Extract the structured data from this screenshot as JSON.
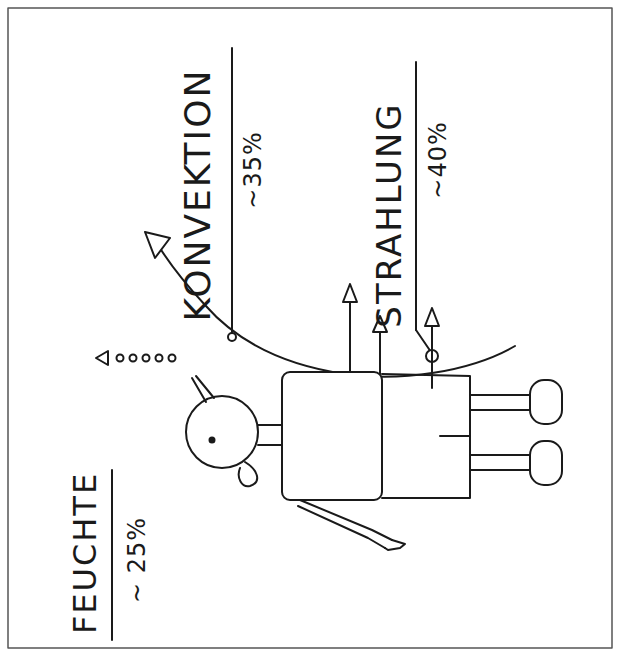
{
  "diagram": {
    "labels": [
      "FEUCHTE",
      "~ 25%",
      "KONVEKTION",
      "~35%",
      "STRAHLUNG",
      "~40%"
    ]
  }
}
